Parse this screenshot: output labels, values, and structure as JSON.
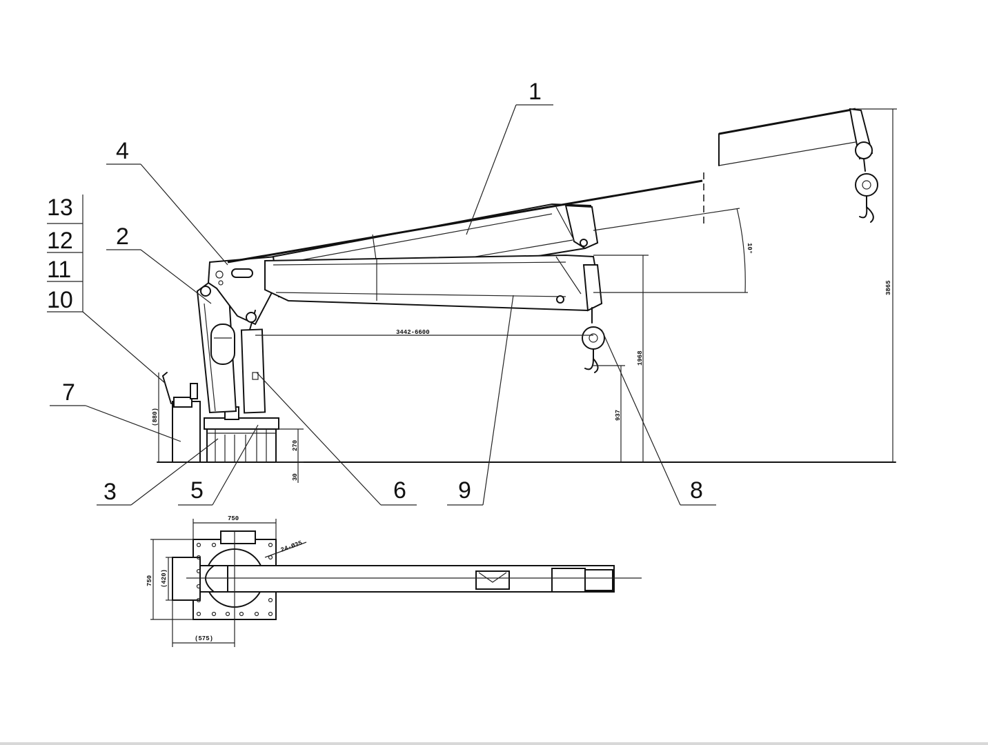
{
  "callouts": {
    "c1": "1",
    "c2": "2",
    "c3": "3",
    "c4": "4",
    "c5": "5",
    "c6": "6",
    "c7": "7",
    "c8": "8",
    "c9": "9",
    "c10": "10",
    "c11": "11",
    "c12": "12",
    "c13": "13"
  },
  "dimensions": {
    "reach": "3442-6600",
    "height_total": "3865",
    "height_mid": "1968",
    "height_hook": "937",
    "base_270": "270",
    "base_30": "30",
    "box_height": "(880)",
    "angle": "10°",
    "plan_width": "750",
    "plan_depth": "750",
    "plan_inner": "(420)",
    "plan_offset": "(575)",
    "bolts": "24-Ø35"
  }
}
